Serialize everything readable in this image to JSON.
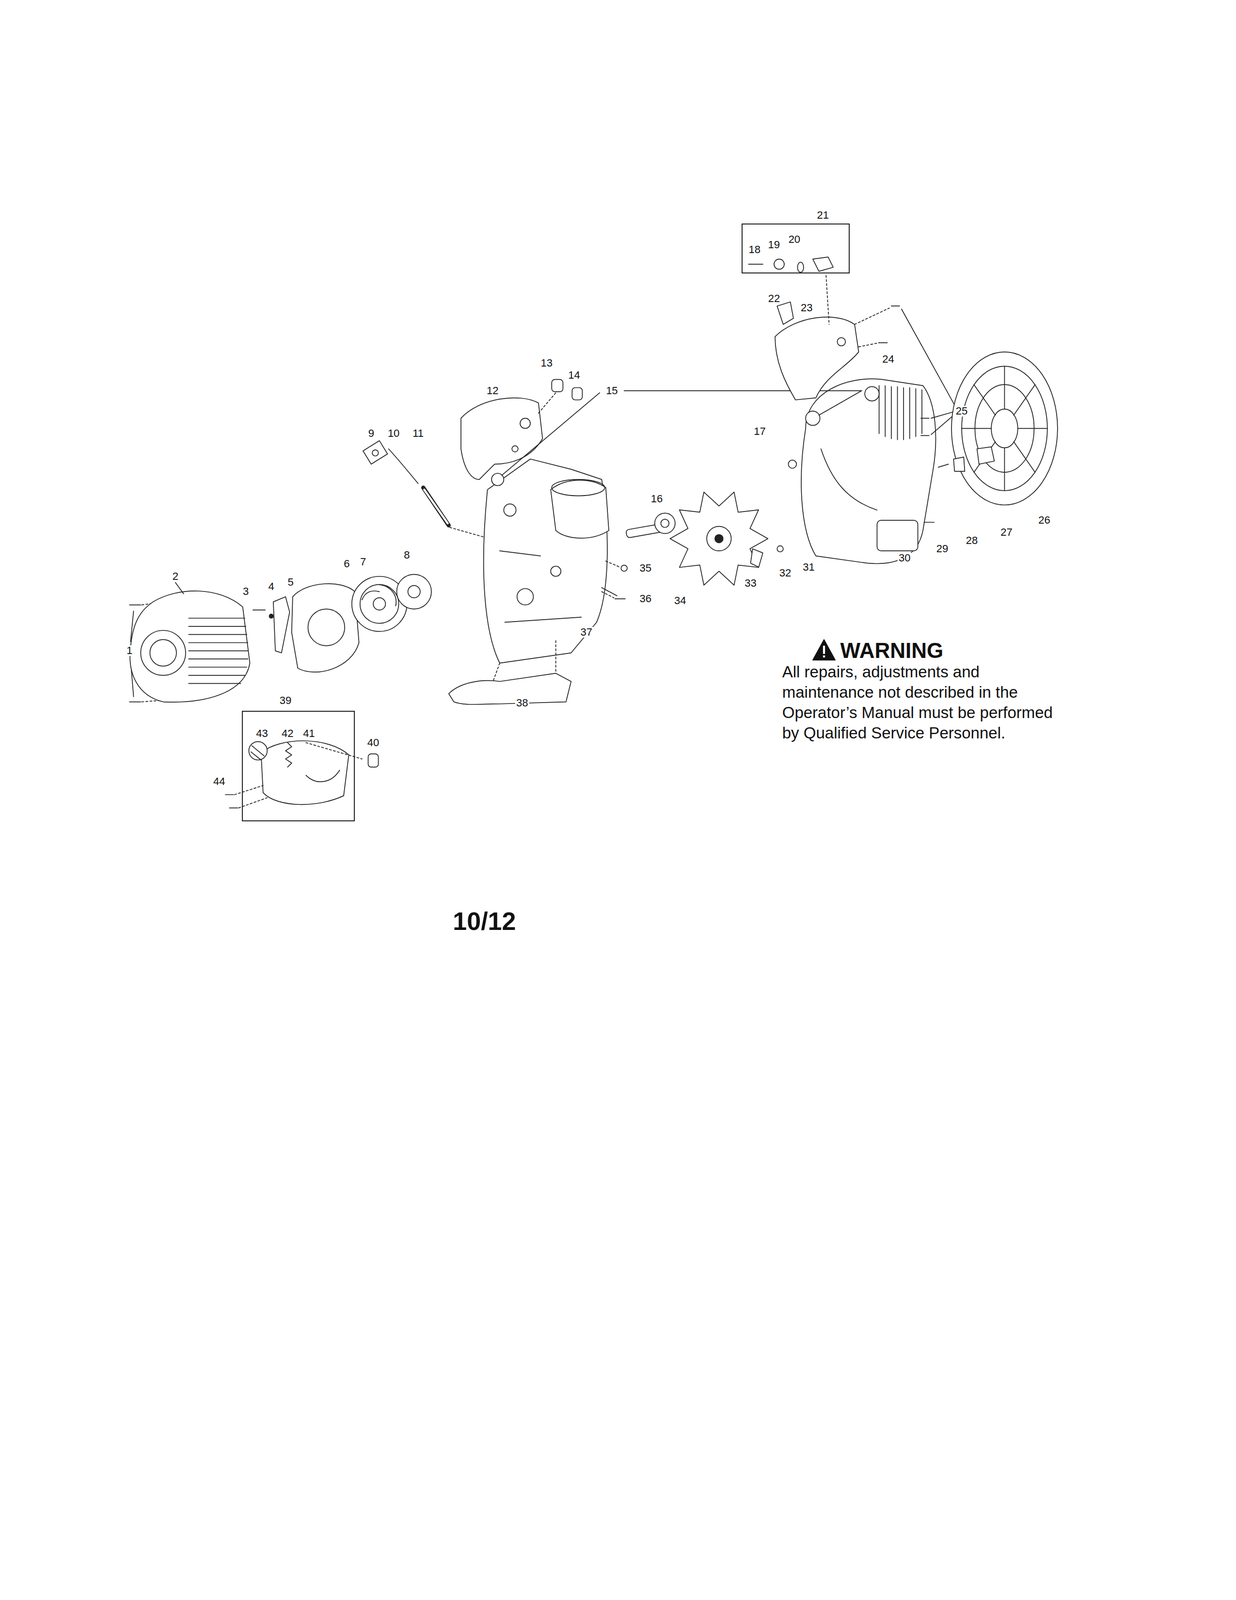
{
  "diagram": {
    "nodes": [
      {
        "text": [
          "21",
          "18",
          "19",
          "20"
        ]
      },
      {
        "text": [
          "39",
          "43",
          "42",
          "41"
        ]
      }
    ],
    "labels": [
      "1",
      "2",
      "3",
      "4",
      "5",
      "6",
      "7",
      "8",
      "9",
      "10",
      "11",
      "12",
      "13",
      "14",
      "15",
      "16",
      "17",
      "22",
      "23",
      "24",
      "25",
      "26",
      "27",
      "28",
      "29",
      "30",
      "31",
      "32",
      "33",
      "34",
      "35",
      "36",
      "37",
      "38",
      "40",
      "44",
      "WARNING",
      "All repairs, adjustments and maintenance not described in the Operator’s Manual must be performed by Qualified Service Personnel.",
      "10/12"
    ]
  }
}
